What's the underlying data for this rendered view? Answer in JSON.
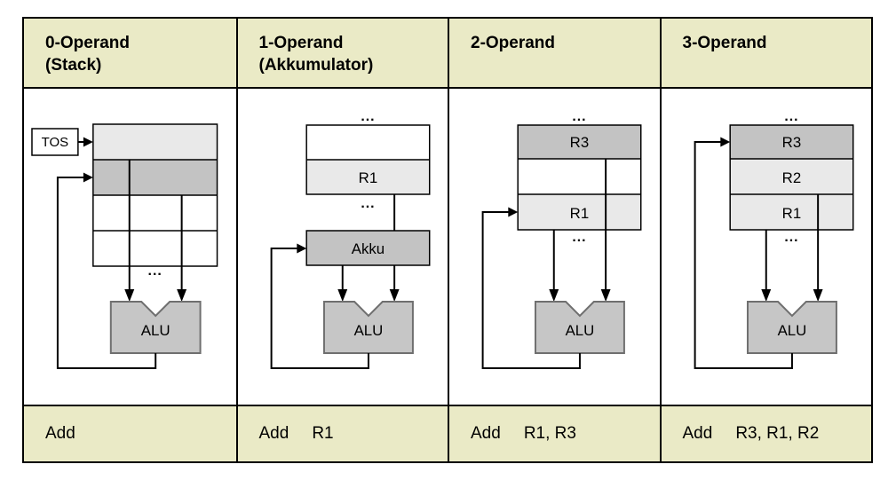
{
  "colors": {
    "header_bg": "#eaeac6",
    "row_light": "#e9e9e9",
    "row_dark": "#c3c3c3",
    "row_white": "#ffffff",
    "alu_fill": "#c6c6c6",
    "alu_border": "#6f6f6f",
    "line": "#000000"
  },
  "columns": [
    {
      "header_lines": [
        "0-Operand",
        "(Stack)"
      ],
      "tos_label": "TOS",
      "dots_below": "...",
      "alu_label": "ALU",
      "instruction": {
        "mnemonic": "Add",
        "operands": ""
      }
    },
    {
      "header_lines": [
        "1-Operand",
        "(Akkumulator)"
      ],
      "dots_above": "...",
      "dots_below": "...",
      "registers": [
        "R1"
      ],
      "akku_label": "Akku",
      "alu_label": "ALU",
      "instruction": {
        "mnemonic": "Add",
        "operands": "R1"
      }
    },
    {
      "header_lines": [
        "2-Operand"
      ],
      "dots_above": "...",
      "dots_below": "...",
      "registers": [
        "R3",
        "R1"
      ],
      "alu_label": "ALU",
      "instruction": {
        "mnemonic": "Add",
        "operands": "R1, R3"
      }
    },
    {
      "header_lines": [
        "3-Operand"
      ],
      "dots_above": "...",
      "dots_below": "...",
      "registers": [
        "R3",
        "R2",
        "R1"
      ],
      "alu_label": "ALU",
      "instruction": {
        "mnemonic": "Add",
        "operands": "R3, R1, R2"
      }
    }
  ]
}
